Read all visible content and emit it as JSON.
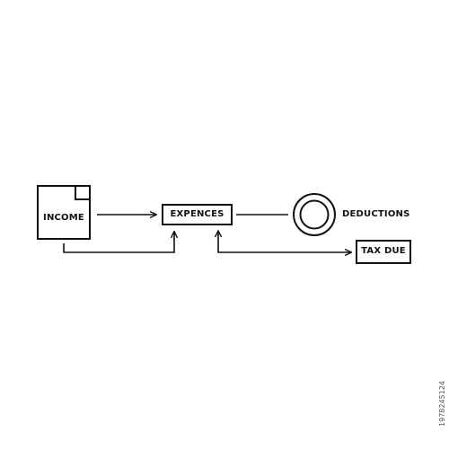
{
  "diagram": {
    "nodes": {
      "income": {
        "label": "INCOME",
        "icon": "document-icon"
      },
      "expences": {
        "label": "EXPENCES"
      },
      "deductions": {
        "label": "DEDUCTIONS",
        "icon": "coin-icon"
      },
      "tax_due": {
        "label": "TAX DUE"
      }
    },
    "edges": [
      {
        "from": "income",
        "to": "expences",
        "type": "arrow"
      },
      {
        "from": "expences",
        "to": "deductions",
        "type": "line"
      },
      {
        "from": "income",
        "to": "expences",
        "type": "elbow-arrow"
      },
      {
        "from": "expences",
        "to": "tax_due",
        "type": "double-elbow-arrow"
      }
    ],
    "colors": {
      "stroke": "#111111",
      "background": "#ffffff"
    }
  },
  "stock_id": "1978245124"
}
